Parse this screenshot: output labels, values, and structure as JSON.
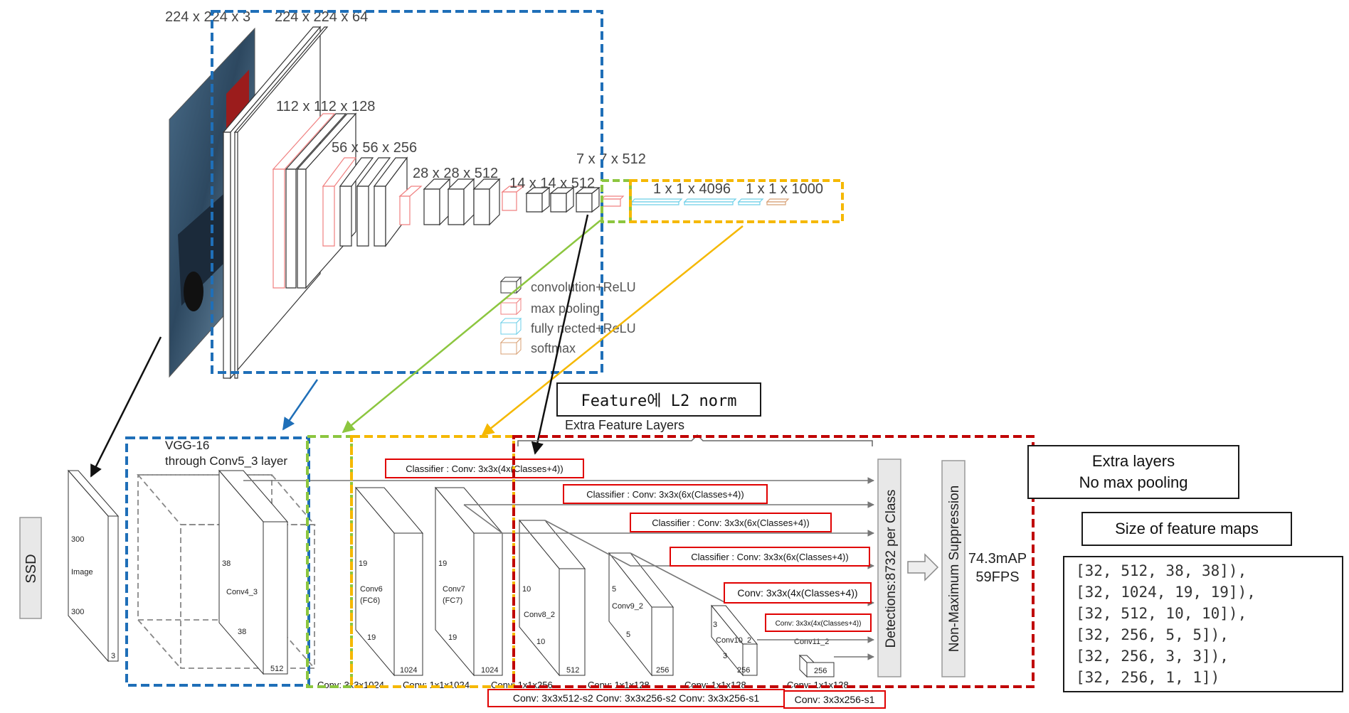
{
  "colors": {
    "vgg_blue": "#1f6fb8",
    "green": "#8cc63f",
    "yellow": "#f5b800",
    "red": "#c00000",
    "pool_red": "#f08080",
    "fc_cyan": "#6ccfe8",
    "softmax_tan": "#d8a074",
    "box_red": "#e00000",
    "gray": "#888888"
  },
  "vgg": {
    "dims": {
      "input": "224 x 224 x 3",
      "conv1": "224 x 224 x 64",
      "conv2": "112 x 112 x 128",
      "conv3": "56 x 56 x 256",
      "conv4": "28 x 28 x 512",
      "conv5": "14 x 14 x 512",
      "pool5": "7 x 7 x 512",
      "fc": "1 x 1 x 4096",
      "out": "1 x 1 x 1000"
    },
    "legend": [
      {
        "label": "convolution+ReLU",
        "type": "conv"
      },
      {
        "label": "max pooling",
        "type": "pool"
      },
      {
        "label": "fully nected+ReLU",
        "type": "fc"
      },
      {
        "label": "softmax",
        "type": "softmax"
      }
    ]
  },
  "annotations": {
    "feature_l2": "Feature에 L2 norm",
    "extra_feature_layers": "Extra Feature Layers",
    "extra_layers_1": "Extra layers",
    "extra_layers_2": "No max pooling",
    "size_title": "Size of feature maps",
    "sizes": [
      "[32, 512, 38, 38]),",
      "[32, 1024, 19, 19]),",
      "[32, 512, 10, 10]),",
      "[32, 256, 5, 5]),",
      "[32, 256, 3, 3]),",
      "[32, 256, 1, 1])"
    ]
  },
  "ssd": {
    "label": "SSD",
    "vgg_title_1": "VGG-16",
    "vgg_title_2": "through Conv5_3 layer",
    "image": {
      "label": "Image",
      "d1": "300",
      "d2": "300",
      "d3": "3"
    },
    "conv4_3": {
      "label": "Conv4_3",
      "d1": "38",
      "d2": "38",
      "d3": "512"
    },
    "conv6": {
      "label1": "Conv6",
      "label2": "(FC6)",
      "d1": "19",
      "d2": "19",
      "d3": "1024"
    },
    "conv7": {
      "label1": "Conv7",
      "label2": "(FC7)",
      "d1": "19",
      "d2": "19",
      "d3": "1024"
    },
    "conv8_2": {
      "label": "Conv8_2",
      "d1": "10",
      "d2": "10",
      "d3": "512"
    },
    "conv9_2": {
      "label": "Conv9_2",
      "d1": "5",
      "d2": "5",
      "d3": "256"
    },
    "conv10_2": {
      "label": "Conv10_2",
      "d1": "3",
      "d2": "3",
      "d3": "256"
    },
    "conv11_2": {
      "label": "Conv11_2",
      "d3": "256"
    },
    "classifiers": [
      "Classifier : Conv: 3x3x(4x(Classes+4))",
      "Classifier : Conv: 3x3x(6x(Classes+4))",
      "Classifier : Conv: 3x3x(6x(Classes+4))",
      "Classifier : Conv: 3x3x(6x(Classes+4))",
      "Conv: 3x3x(4x(Classes+4))",
      "Conv: 3x3x(4x(Classes+4))"
    ],
    "bottom_convs": [
      "Conv: 3x3x1024",
      "Conv: 1x1x1024",
      "Conv: 1x1x256",
      "Conv: 1x1x128",
      "Conv: 1x1x128",
      "Conv: 1x1x128"
    ],
    "bottom_box_1": "Conv: 3x3x512-s2  Conv: 3x3x256-s2  Conv: 3x3x256-s1",
    "bottom_box_2": "Conv: 3x3x256-s1",
    "detections": "Detections:8732 per Class",
    "nms": "Non-Maximum Suppression",
    "map": "74.3mAP",
    "fps": "59FPS"
  }
}
